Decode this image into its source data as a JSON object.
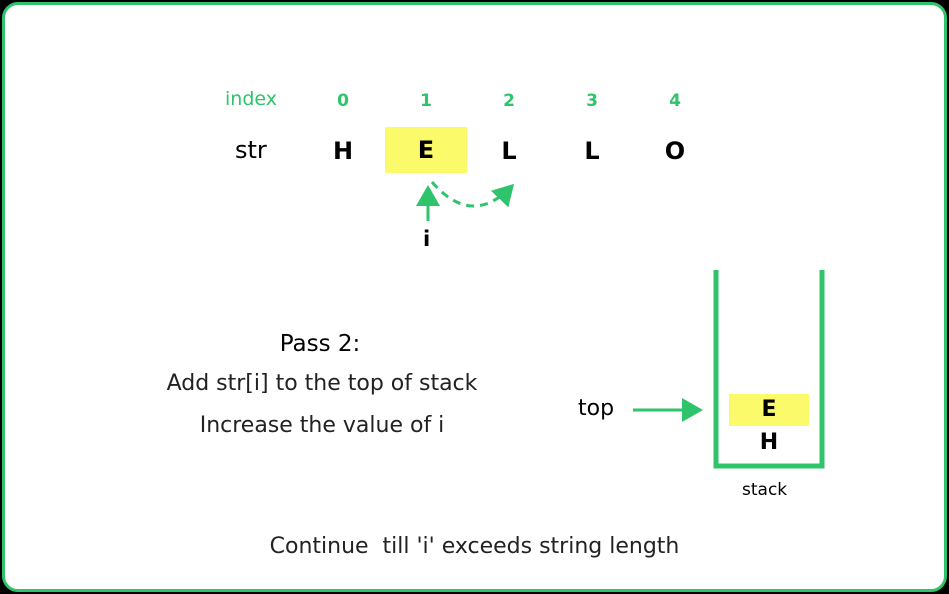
{
  "array": {
    "index_label": "index",
    "str_label": "str",
    "indices": [
      "0",
      "1",
      "2",
      "3",
      "4"
    ],
    "chars": [
      "H",
      "E",
      "L",
      "L",
      "O"
    ],
    "highlight_index": 1,
    "pointer_label": "i"
  },
  "pass": {
    "title": "Pass 2:",
    "line1": "Add str[i] to the top of stack",
    "line2": "Increase the value of i"
  },
  "stack": {
    "top_label": "top",
    "items_top_to_bottom": [
      "E",
      "H"
    ],
    "label": "stack"
  },
  "footer": "Continue  till 'i' exceeds string length",
  "colors": {
    "accent_green": "#2fc36b",
    "highlight_yellow": "#fbfa6b"
  }
}
